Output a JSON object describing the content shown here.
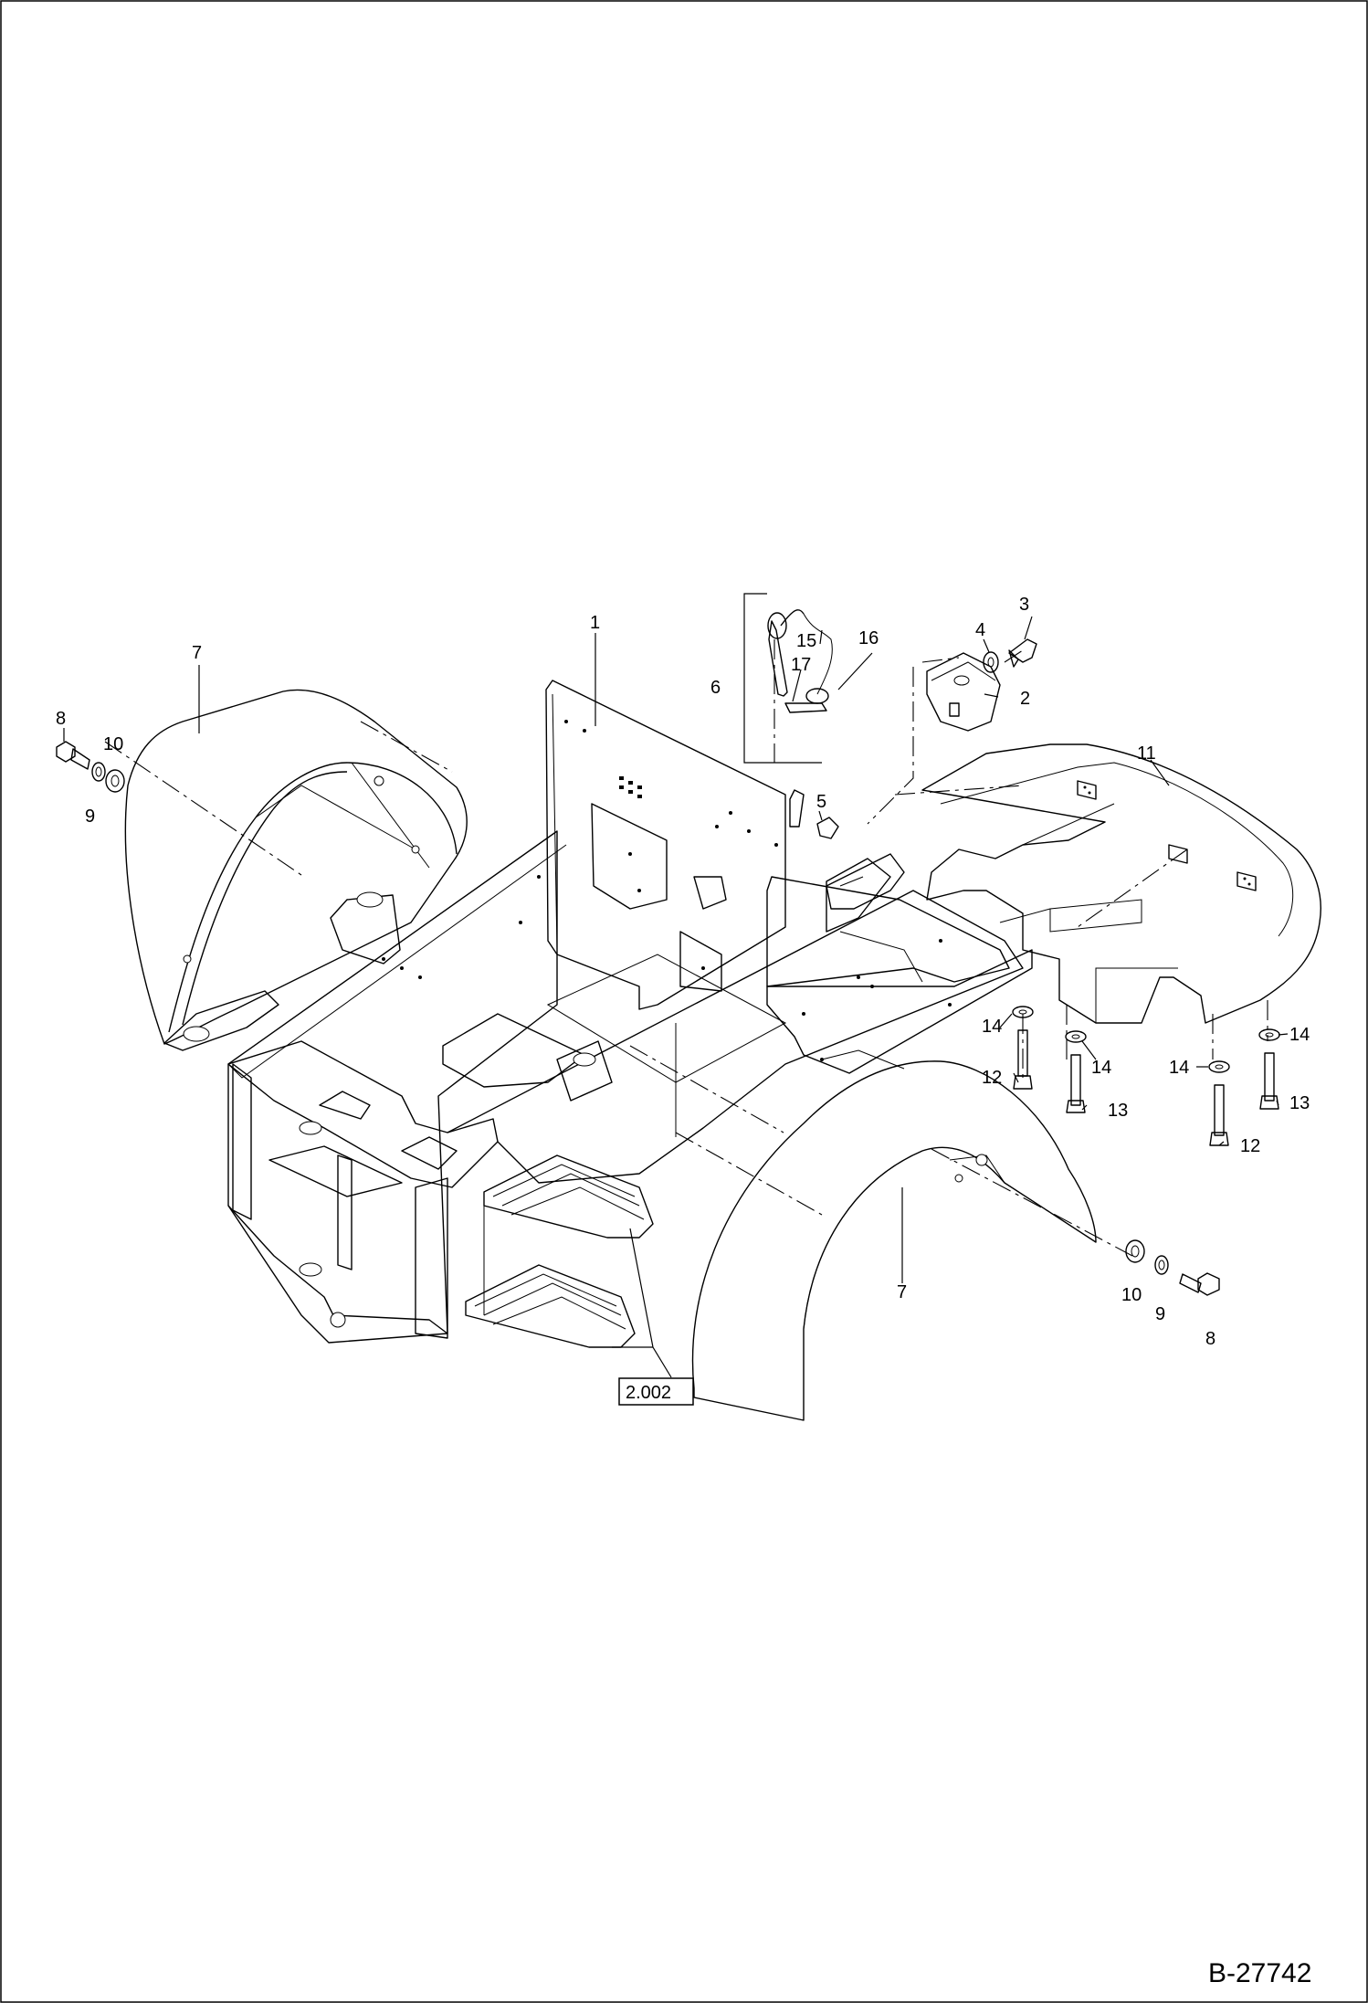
{
  "callouts": [
    {
      "id": "c1",
      "text": "1"
    },
    {
      "id": "c2",
      "text": "2"
    },
    {
      "id": "c3",
      "text": "3"
    },
    {
      "id": "c4",
      "text": "4"
    },
    {
      "id": "c5",
      "text": "5"
    },
    {
      "id": "c6",
      "text": "6"
    },
    {
      "id": "c7a",
      "text": "7"
    },
    {
      "id": "c7b",
      "text": "7"
    },
    {
      "id": "c8a",
      "text": "8"
    },
    {
      "id": "c8b",
      "text": "8"
    },
    {
      "id": "c9a",
      "text": "9"
    },
    {
      "id": "c9b",
      "text": "9"
    },
    {
      "id": "c10a",
      "text": "10"
    },
    {
      "id": "c10b",
      "text": "10"
    },
    {
      "id": "c11",
      "text": "11"
    },
    {
      "id": "c12a",
      "text": "12"
    },
    {
      "id": "c12b",
      "text": "12"
    },
    {
      "id": "c13a",
      "text": "13"
    },
    {
      "id": "c13b",
      "text": "13"
    },
    {
      "id": "c14a",
      "text": "14"
    },
    {
      "id": "c14b",
      "text": "14"
    },
    {
      "id": "c14c",
      "text": "14"
    },
    {
      "id": "c14d",
      "text": "14"
    },
    {
      "id": "c15",
      "text": "15"
    },
    {
      "id": "c16",
      "text": "16"
    },
    {
      "id": "c17",
      "text": "17"
    }
  ],
  "reference_box": "2.002",
  "drawing_number": "B-27742"
}
